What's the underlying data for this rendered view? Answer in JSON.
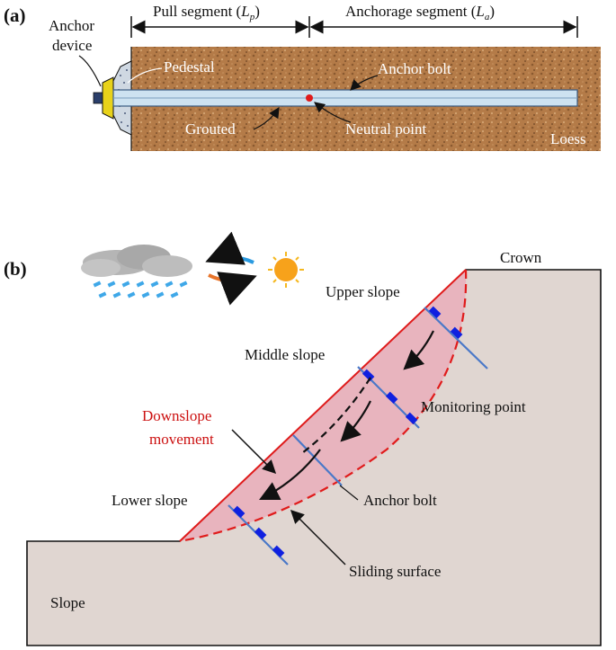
{
  "panel_a": {
    "label": "(a)",
    "pull_segment_prefix": "Pull segment (",
    "pull_segment_symbol": "L",
    "pull_segment_sub": "p",
    "pull_segment_suffix": ")",
    "anchorage_segment_prefix": "Anchorage segment (",
    "anchorage_segment_symbol": "L",
    "anchorage_segment_sub": "a",
    "anchorage_segment_suffix": ")",
    "anchor_device_line1": "Anchor",
    "anchor_device_line2": "device",
    "pedestal": "Pedestal",
    "anchor_bolt": "Anchor bolt",
    "grouted": "Grouted",
    "neutral_point": "Neutral point",
    "loess": "Loess"
  },
  "panel_b": {
    "label": "(b)",
    "crown": "Crown",
    "upper_slope": "Upper slope",
    "middle_slope": "Middle slope",
    "lower_slope": "Lower slope",
    "monitoring_point": "Monitoring point",
    "downslope_line1": "Downslope",
    "downslope_line2": "movement",
    "anchor_bolt": "Anchor bolt",
    "sliding_surface": "Sliding surface",
    "slope": "Slope"
  },
  "colors": {
    "soil": "#b07845",
    "ground": "#e0d6d1",
    "sliding_mass": "#e8b4be",
    "slip_line": "#e01b1b",
    "bolt": "#4a78c8",
    "monitor": "#1020e0",
    "text_red": "#cc1111"
  }
}
